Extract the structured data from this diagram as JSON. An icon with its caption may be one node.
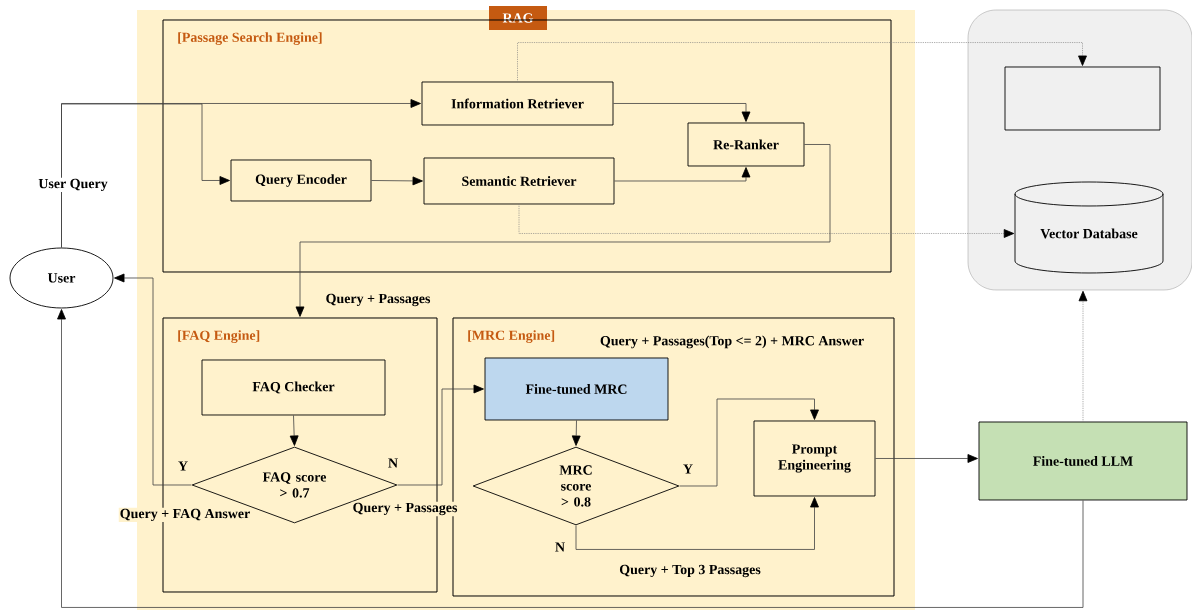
{
  "diagram": {
    "nodes": [
      {
        "text": [
          "RAG"
        ]
      },
      {
        "text": [
          "[Passage Search Engine]"
        ],
        "in": 0
      },
      {
        "text": [
          "Information Retriever"
        ],
        "in": 1
      },
      {
        "text": [
          "Query Encoder"
        ],
        "in": 1
      },
      {
        "text": [
          "Semantic Retriever"
        ],
        "in": 1
      },
      {
        "text": [
          "Re-Ranker"
        ],
        "in": 1
      },
      {
        "text": [
          "[FAQ Engine]"
        ],
        "in": 0
      },
      {
        "text": [
          "FAQ Checker"
        ],
        "in": 6
      },
      {
        "text": [
          "FAQ score > 0.7"
        ],
        "in": 6
      },
      {
        "text": [
          "[MRC Engine]"
        ],
        "in": 0
      },
      {
        "text": [
          "Fine-tuned MRC"
        ],
        "in": 9
      },
      {
        "text": [
          "MRC score > 0.8"
        ],
        "in": 9
      },
      {
        "text": [
          "Prompt Engineering"
        ],
        "in": 9
      },
      {
        "text": [],
        "shape": "box"
      },
      {
        "text": [],
        "shape": "box",
        "in": 13
      },
      {
        "text": [
          "Vector Database"
        ],
        "in": 13
      },
      {
        "text": [
          "Fine-tuned LLM"
        ]
      },
      {
        "text": [
          "User"
        ]
      }
    ],
    "edges": [
      {
        "from": 17,
        "to": 2,
        "arrow": "to",
        "label": "User Query"
      },
      {
        "from": 17,
        "to": 3,
        "arrow": "to"
      },
      {
        "from": 3,
        "to": 4,
        "arrow": "to"
      },
      {
        "from": 2,
        "to": 5,
        "arrow": "to"
      },
      {
        "from": 4,
        "to": 5,
        "arrow": "to"
      },
      {
        "from": 2,
        "to": 14,
        "arrow": "to",
        "style": "dashed"
      },
      {
        "from": 4,
        "to": 15,
        "arrow": "to",
        "style": "dashed"
      },
      {
        "from": 5,
        "to": 6,
        "arrow": "to",
        "label": "Query + Passages"
      },
      {
        "from": 7,
        "to": 8,
        "arrow": "to"
      },
      {
        "from": 8,
        "to": 17,
        "arrow": "to",
        "label": "Query + FAQ Answer"
      },
      {
        "from": 8,
        "to": 10,
        "arrow": "to",
        "label": "Query + Passages"
      },
      {
        "from": 10,
        "to": 11,
        "arrow": "to"
      },
      {
        "from": 11,
        "to": 12,
        "arrow": "to",
        "label": "Query + Passages(Top <= 2) + MRC Answer"
      },
      {
        "from": 11,
        "to": 12,
        "arrow": "to",
        "label": "Query + Top 3 Passages"
      },
      {
        "from": 12,
        "to": 16,
        "arrow": "to"
      },
      {
        "from": 16,
        "to": 13,
        "arrow": "to",
        "style": "dashed"
      },
      {
        "from": 16,
        "to": 17,
        "arrow": "to"
      }
    ],
    "labels": [
      "Y",
      "N",
      "Y",
      "N"
    ]
  }
}
